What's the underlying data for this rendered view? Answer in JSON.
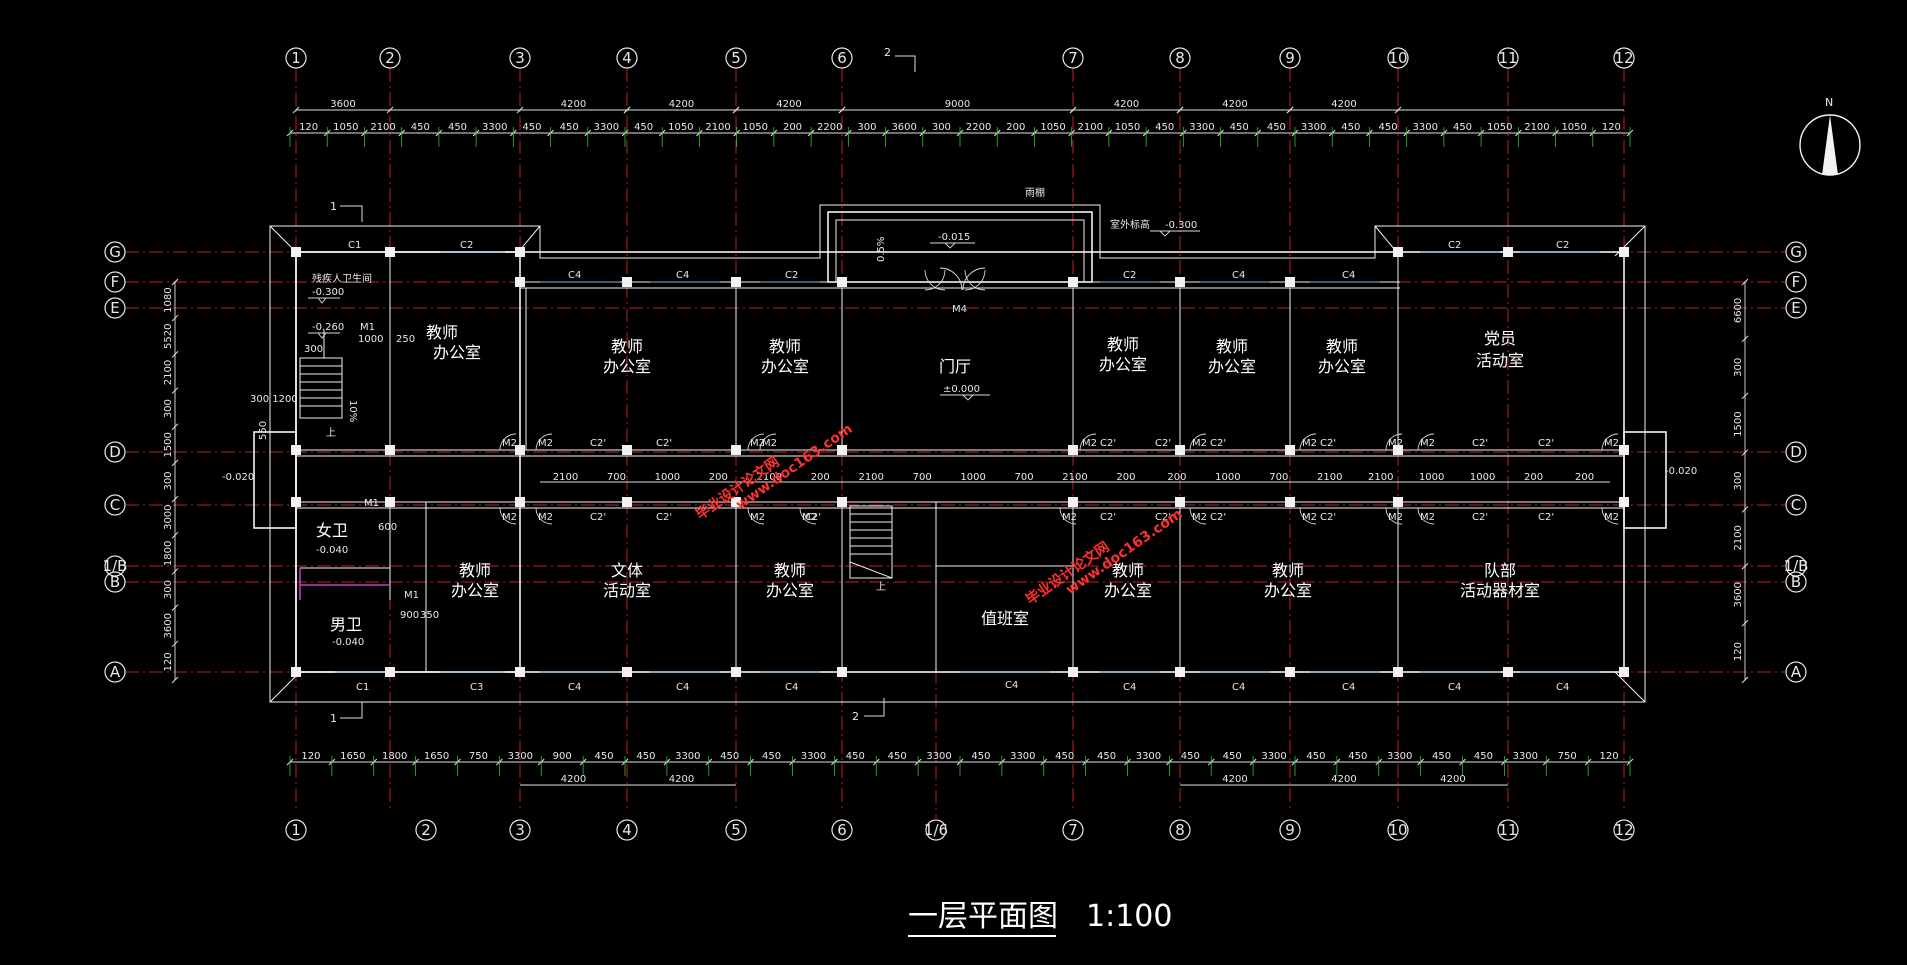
{
  "title": "一层平面图",
  "scale": "1:100",
  "axes_vertical": [
    "1",
    "2",
    "3",
    "4",
    "5",
    "6",
    "7",
    "8",
    "9",
    "10",
    "11",
    "12"
  ],
  "axis_bottom_extra": "1/6",
  "axes_horizontal": [
    "G",
    "F",
    "E",
    "D",
    "C",
    "1/B",
    "B",
    "A"
  ],
  "dims": {
    "top_total": [
      "3600",
      "4200",
      "4200",
      "4200",
      "9000",
      "4200",
      "4200",
      "4200"
    ],
    "top_detail": [
      "120",
      "1050",
      "2100",
      "450",
      "450",
      "3300",
      "450",
      "450",
      "3300",
      "450",
      "1050",
      "2100",
      "1050",
      "200",
      "2200",
      "300",
      "3600",
      "300",
      "2200",
      "200",
      "1050",
      "2100",
      "1050",
      "450",
      "3300",
      "450",
      "450",
      "3300",
      "450",
      "450",
      "3300",
      "450",
      "1050",
      "2100",
      "1050",
      "120"
    ],
    "bottom_detail": [
      "120",
      "1650",
      "1800",
      "1650",
      "750",
      "3300",
      "900",
      "450",
      "450",
      "3300",
      "450",
      "450",
      "3300",
      "450",
      "450",
      "3300",
      "450",
      "3300",
      "450",
      "450",
      "3300",
      "450",
      "450",
      "3300",
      "450",
      "450",
      "3300",
      "450",
      "450",
      "3300",
      "750",
      "120"
    ],
    "bottom_total": [
      "4200",
      "4200",
      "4200",
      "4200",
      "4200"
    ],
    "left": [
      "1080",
      "5520",
      "2100",
      "300",
      "1500",
      "300",
      "3000",
      "1800",
      "300",
      "3600",
      "120"
    ],
    "right": [
      "6600",
      "300",
      "1500",
      "300",
      "2100",
      "3600",
      "120"
    ],
    "corridor": [
      "2100",
      "700",
      "1000",
      "200",
      "2100",
      "200",
      "2100",
      "700",
      "1000",
      "700",
      "2100",
      "200",
      "200",
      "1000",
      "700",
      "2100",
      "2100",
      "1000",
      "1000",
      "200",
      "200"
    ]
  },
  "rooms": {
    "disabled_wc": "残疾人卫生间",
    "teacher_office": "教师办公室",
    "teacher": "教师",
    "office": "办公室",
    "lobby": "门厅",
    "party_line1": "党员",
    "party_line2": "活动室",
    "women_wc": "女卫",
    "men_wc": "男卫",
    "culture_line1": "文体",
    "culture_line2": "活动室",
    "duty": "值班室",
    "team_line1": "队部",
    "team_line2": "活动器材室"
  },
  "levels": {
    "disabled": "-0.300",
    "e_axis": "-0.260",
    "lobby_top": "-0.015",
    "outdoor": "-0.300",
    "outdoor_label": "室外标高",
    "lobby": "±0.000",
    "women": "-0.040",
    "men": "-0.040",
    "left_ent": "-0.020",
    "right_ent": "-0.020"
  },
  "marks": {
    "c1": "C1",
    "c2": "C2",
    "c2p": "C2'",
    "c3": "C3",
    "c4": "C4",
    "m1": "M1",
    "m2": "M2",
    "m4": "M4",
    "canopy": "雨棚",
    "slope": "0.5%",
    "slope_ramp": "10%",
    "up": "上",
    "sec1": "1",
    "sec2": "2",
    "north": "N",
    "d1000": "1000",
    "d250": "250",
    "d300": "300",
    "d600": "600",
    "d900": "900",
    "d550": "550",
    "d350": "350",
    "d3001200": "300 1200"
  },
  "watermark": [
    "毕业设计论文网",
    "www.doc163.com"
  ]
}
